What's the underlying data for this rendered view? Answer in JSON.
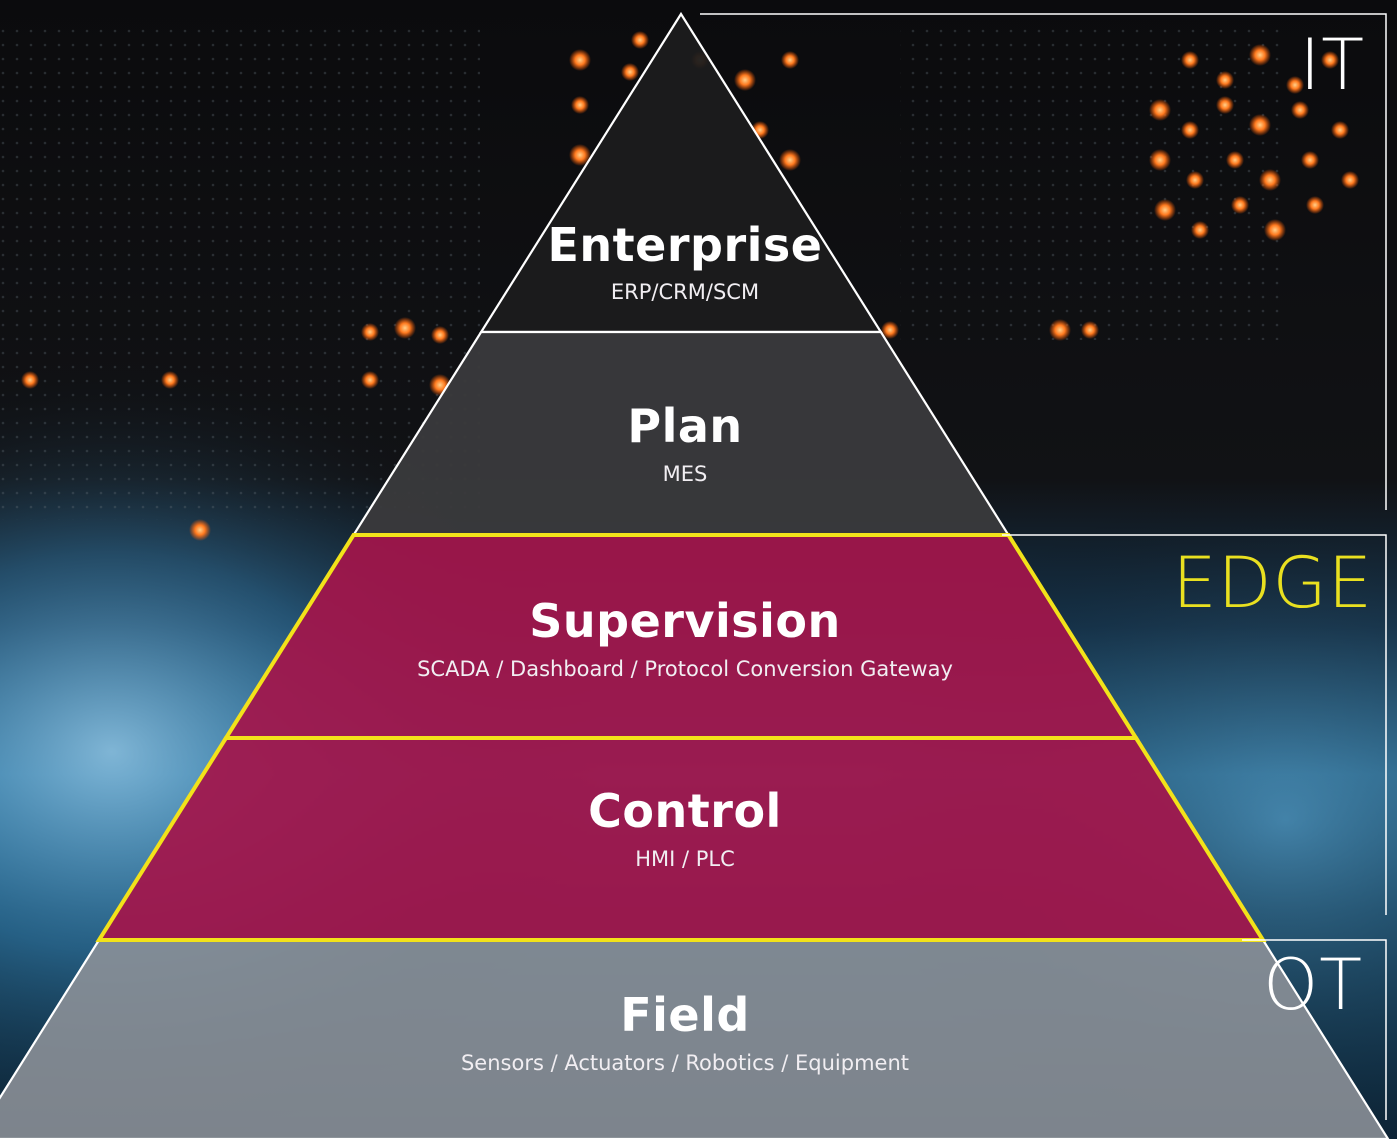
{
  "pyramid": {
    "layers": [
      {
        "id": "enterprise",
        "title": "Enterprise",
        "subtitle": "ERP/CRM/SCM",
        "fill": "#1c1c1e",
        "zone": "it"
      },
      {
        "id": "plan",
        "title": "Plan",
        "subtitle": "MES",
        "fill": "#3a3a3c",
        "zone": "it"
      },
      {
        "id": "supervision",
        "title": "Supervision",
        "subtitle": "SCADA / Dashboard / Protocol Conversion Gateway",
        "fill": "#a3164b",
        "zone": "edge"
      },
      {
        "id": "control",
        "title": "Control",
        "subtitle": "HMI / PLC",
        "fill": "#a3164b",
        "zone": "edge"
      },
      {
        "id": "field",
        "title": "Field",
        "subtitle": "Sensors / Actuators / Robotics / Equipment",
        "fill": "#8d9298",
        "zone": "ot"
      }
    ]
  },
  "zones": {
    "it": {
      "label": "IT",
      "color": "#ffffff"
    },
    "edge": {
      "label": "EDGE",
      "color": "#e9e020"
    },
    "ot": {
      "label": "OT",
      "color": "#ffffff"
    }
  },
  "colors": {
    "edge_outline": "#f2e21a",
    "pyramid_outline": "#ffffff",
    "background_dark": "#0c0d10",
    "background_blue": "#1d5f86",
    "light_orange": "#ff7a1f"
  }
}
